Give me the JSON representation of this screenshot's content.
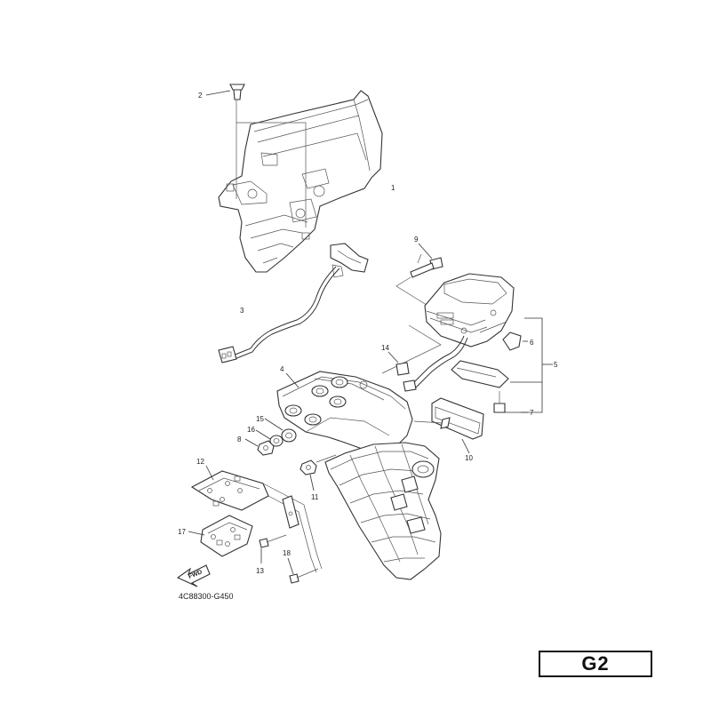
{
  "diagram": {
    "drawing_code": "4C88300-G450",
    "page_tag": "G2",
    "fwd_label": "FWD",
    "callouts": [
      {
        "id": "c1",
        "label": "1"
      },
      {
        "id": "c2",
        "label": "2"
      },
      {
        "id": "c3",
        "label": "3"
      },
      {
        "id": "c4",
        "label": "4"
      },
      {
        "id": "c5",
        "label": "5"
      },
      {
        "id": "c6",
        "label": "6"
      },
      {
        "id": "c7",
        "label": "7"
      },
      {
        "id": "c8",
        "label": "8"
      },
      {
        "id": "c9",
        "label": "9"
      },
      {
        "id": "c10",
        "label": "10"
      },
      {
        "id": "c11",
        "label": "11"
      },
      {
        "id": "c12",
        "label": "12"
      },
      {
        "id": "c13",
        "label": "13"
      },
      {
        "id": "c14",
        "label": "14"
      },
      {
        "id": "c15",
        "label": "15"
      },
      {
        "id": "c16",
        "label": "16"
      },
      {
        "id": "c17",
        "label": "17"
      },
      {
        "id": "c18",
        "label": "18"
      }
    ]
  }
}
